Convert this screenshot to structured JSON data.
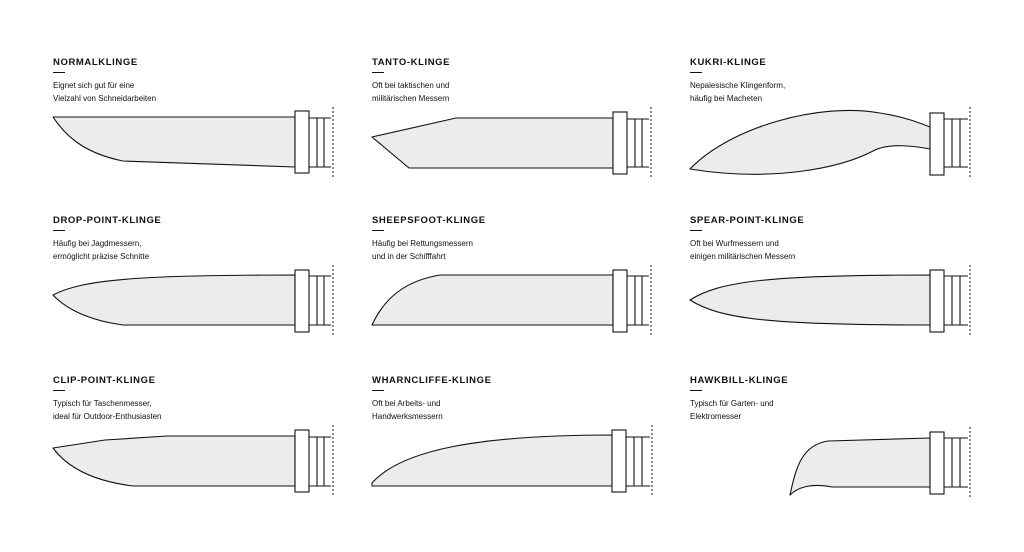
{
  "knives": [
    {
      "title": "NORMALKLINGE",
      "line1": "Eignet sich gut für eine",
      "line2": "Vielzahl von Schneidarbeiten",
      "icon": "normal-blade-icon"
    },
    {
      "title": "TANTO-KLINGE",
      "line1": "Oft bei taktischen und",
      "line2": "militärischen Messern",
      "icon": "tanto-blade-icon"
    },
    {
      "title": "KUKRI-KLINGE",
      "line1": "Nepalesische Klingenform,",
      "line2": "häufig bei Macheten",
      "icon": "kukri-blade-icon"
    },
    {
      "title": "DROP-POINT-KLINGE",
      "line1": "Häufig bei Jagdmessern,",
      "line2": "ermöglicht präzise Schnitte",
      "icon": "drop-point-blade-icon"
    },
    {
      "title": "SHEEPSFOOT-KLINGE",
      "line1": "Häufig bei Rettungsmessern",
      "line2": "und in der Schifffahrt",
      "icon": "sheepsfoot-blade-icon"
    },
    {
      "title": "SPEAR-POINT-KLINGE",
      "line1": "Oft bei Wurfmessern und",
      "line2": "einigen militärischen Messern",
      "icon": "spear-point-blade-icon"
    },
    {
      "title": "CLIP-POINT-KLINGE",
      "line1": "Typisch für Taschenmesser,",
      "line2": "ideal für Outdoor-Enthusiasten",
      "icon": "clip-point-blade-icon"
    },
    {
      "title": "WHARNCLIFFE-KLINGE",
      "line1": "Oft bei Arbeits- und",
      "line2": "Handwerksmessern",
      "icon": "wharncliffe-blade-icon"
    },
    {
      "title": "HAWKBILL-KLINGE",
      "line1": "Typisch für Garten- und",
      "line2": "Elektromesser",
      "icon": "hawkbill-blade-icon"
    }
  ],
  "colors": {
    "blade": "#ececec",
    "line": "#111111",
    "background": "#ffffff"
  }
}
